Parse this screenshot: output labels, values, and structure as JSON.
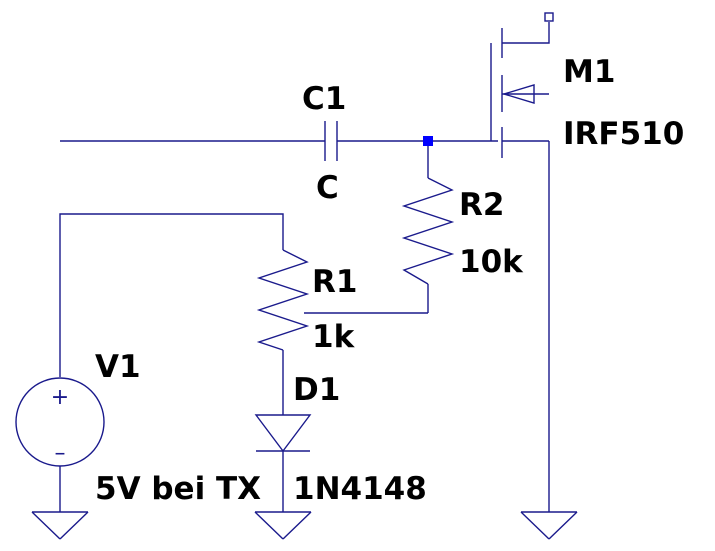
{
  "components": {
    "c1": {
      "ref": "C1",
      "value": "C"
    },
    "r1": {
      "ref": "R1",
      "value": "1k"
    },
    "r2": {
      "ref": "R2",
      "value": "10k"
    },
    "v1": {
      "ref": "V1",
      "value": "5V bei TX"
    },
    "d1": {
      "ref": "D1",
      "value": "1N4148"
    },
    "m1": {
      "ref": "M1",
      "value": "IRF510"
    }
  },
  "symbols": {
    "plus": "+",
    "minus": "–"
  },
  "colors": {
    "wire": "#1a1a8c",
    "junction": "#0000ff",
    "text": "#000000",
    "background": "#ffffff"
  }
}
